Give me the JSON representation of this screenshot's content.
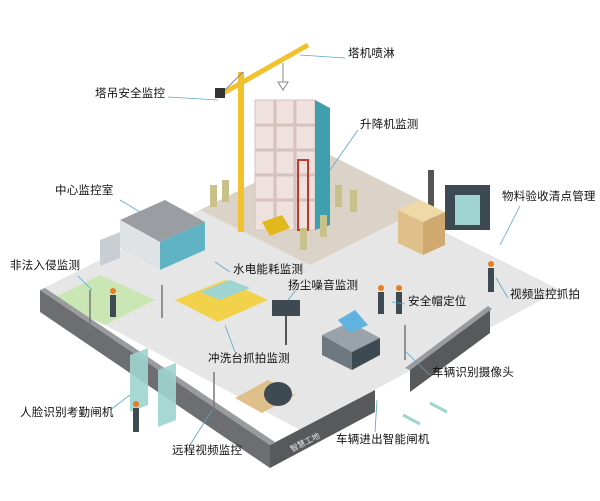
{
  "title": "智慧工地",
  "labels": {
    "tower_spray": "塔机喷淋",
    "tower_crane_safety": "塔吊安全监控",
    "elevator_monitor": "升降机监测",
    "control_room": "中心监控室",
    "material_check": "物料验收清点管理",
    "intrusion": "非法入侵监测",
    "energy": "水电能耗监测",
    "dust_noise": "扬尘噪音监测",
    "helmet": "安全帽定位",
    "video_capture": "视频监控抓拍",
    "wash_station": "冲洗台抓拍监测",
    "vehicle_camera": "车辆识别摄像头",
    "face_gate": "人脸识别考勤闸机",
    "remote_video": "远程视频监控",
    "vehicle_gate": "车辆进出智能闸机"
  },
  "wall_sign": "智慧工地",
  "colors": {
    "crane": "#f2c12e",
    "wall": "#6d6e71",
    "glass": "#9fd4d0",
    "leader": "#5aa6c8",
    "ground": "#e4e4e4"
  }
}
